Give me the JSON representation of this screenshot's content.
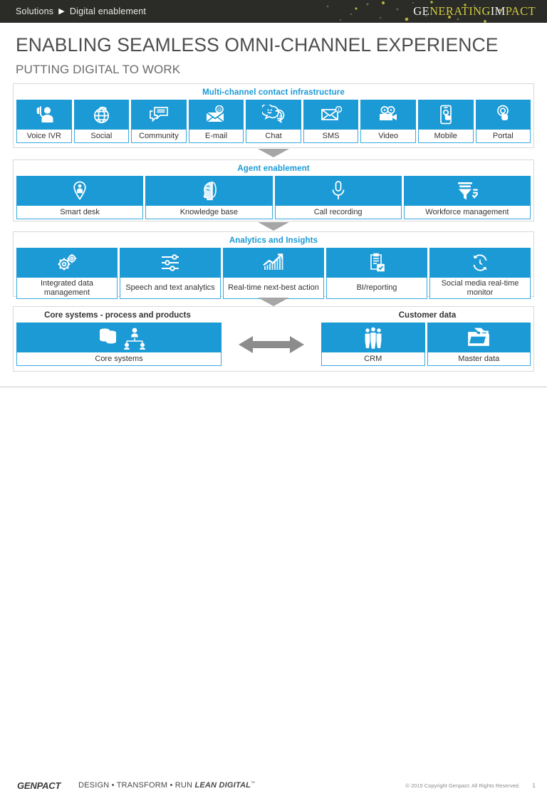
{
  "topbar": {
    "breadcrumb_root": "Solutions",
    "breadcrumb_arrow": "▶",
    "breadcrumb_current": "Digital enablement",
    "brand_part1": "GE",
    "brand_part2": "NERATING",
    "brand_part3": " IM",
    "brand_part4": "PACT",
    "bg_color": "#2b2b28",
    "accent_yellow": "#cfc93f"
  },
  "header": {
    "title": "ENABLING SEAMLESS OMNI-CHANNEL EXPERIENCE",
    "subtitle": "PUTTING DIGITAL TO WORK"
  },
  "theme": {
    "blue": "#1b9ad6",
    "tile_border": "#3aa9dd",
    "card_border": "#d9d9d9",
    "connector_gray": "#a6a6a6",
    "text_dark": "#333333"
  },
  "sections": [
    {
      "heading": "Multi-channel contact infrastructure",
      "heading_color": "blue",
      "tiles": [
        {
          "label": "Voice IVR",
          "icon": "headset-agent-icon"
        },
        {
          "label": "Social",
          "icon": "globe-social-icon"
        },
        {
          "label": "Community",
          "icon": "chat-bubbles-community-icon"
        },
        {
          "label": "E-mail",
          "icon": "envelope-at-icon"
        },
        {
          "label": "Chat",
          "icon": "smiley-chat-icon"
        },
        {
          "label": "SMS",
          "icon": "envelope-badge-icon"
        },
        {
          "label": "Video",
          "icon": "film-camera-icon"
        },
        {
          "label": "Mobile",
          "icon": "mobile-touch-icon"
        },
        {
          "label": "Portal",
          "icon": "portal-tap-icon"
        }
      ]
    },
    {
      "heading": "Agent enablement",
      "heading_color": "blue",
      "tiles": [
        {
          "label": "Smart desk",
          "icon": "location-pin-person-icon"
        },
        {
          "label": "Knowledge base",
          "icon": "brain-head-icon"
        },
        {
          "label": "Call recording",
          "icon": "microphone-icon"
        },
        {
          "label": "Workforce management",
          "icon": "funnel-people-icon"
        }
      ]
    },
    {
      "heading": "Analytics and Insights",
      "heading_color": "blue",
      "tiles": [
        {
          "label": "Integrated data management",
          "icon": "gears-icon"
        },
        {
          "label": "Speech and text analytics",
          "icon": "sliders-icon"
        },
        {
          "label": "Real-time next-best action",
          "icon": "growth-chart-icon"
        },
        {
          "label": "BI/reporting",
          "icon": "clipboard-check-icon"
        },
        {
          "label": "Social media real-time monitor",
          "icon": "refresh-cycle-icon"
        }
      ]
    }
  ],
  "bottom": {
    "left_heading": "Core systems - process and products",
    "right_heading": "Customer data",
    "left_tiles": [
      {
        "label": "Core systems",
        "icon": "database-org-chart-icon"
      }
    ],
    "right_tiles": [
      {
        "label": "CRM",
        "icon": "people-group-icon"
      },
      {
        "label": "Master data",
        "icon": "folder-files-icon"
      }
    ],
    "mid_icon": "double-arrow-icon"
  },
  "footer": {
    "logo": "GENPACT",
    "tagline_plain": "DESIGN • TRANSFORM • RUN ",
    "tagline_italic": "LEAN DIGITAL",
    "tagline_sup": "™",
    "copyright": "© 2015 Copyright Genpact. All Rights Reserved.",
    "page_number": "1"
  }
}
